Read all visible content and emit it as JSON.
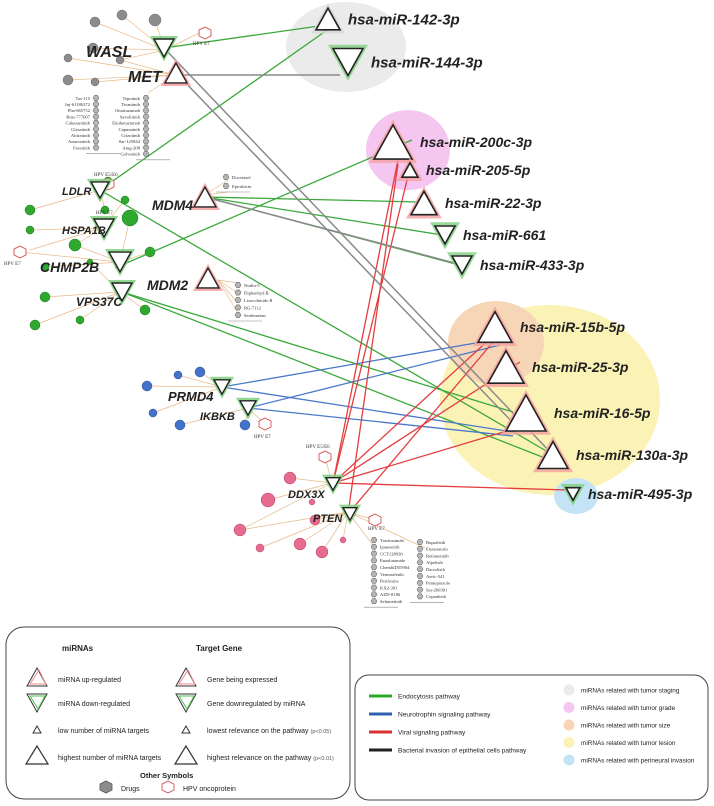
{
  "mirnas": [
    {
      "label": "hsa-miR-142-3p"
    },
    {
      "label": "hsa-miR-144-3p"
    },
    {
      "label": "hsa-miR-200c-3p"
    },
    {
      "label": "hsa-miR-205-5p"
    },
    {
      "label": "hsa-miR-22-3p"
    },
    {
      "label": "hsa-miR-661"
    },
    {
      "label": "hsa-miR-433-3p"
    },
    {
      "label": "hsa-miR-15b-5p"
    },
    {
      "label": "hsa-miR-25-3p"
    },
    {
      "label": "hsa-miR-16-5p"
    },
    {
      "label": "hsa-miR-130a-3p"
    },
    {
      "label": "hsa-miR-495-3p"
    }
  ],
  "genes": [
    {
      "label": "WASL"
    },
    {
      "label": "MET"
    },
    {
      "label": "LDLR"
    },
    {
      "label": "HSPA1B"
    },
    {
      "label": "CHMP2B"
    },
    {
      "label": "VPS37C"
    },
    {
      "label": "MDM4"
    },
    {
      "label": "MDM2"
    },
    {
      "label": "PRMD4"
    },
    {
      "label": "IKBKB"
    },
    {
      "label": "DDX3X"
    },
    {
      "label": "PTEN"
    }
  ],
  "hpv_labels": {
    "e7_top": "HPV E7",
    "e5e6_ldlr": "HPV E5/E6",
    "e7_ldlr": "HPV E7",
    "e7_left": "HPV E7",
    "e7_ikbkb": "HPV E7",
    "e5e6_ddx": "HPV E5/E6",
    "e7_pten": "HPV E7"
  },
  "drugs": {
    "met_left": [
      "Tas-115",
      "Jnj-61186372",
      "Pha-665752",
      "Bms-777607",
      "Cabozantinib",
      "Glesatinib",
      "Altiratinib",
      "Amuvatinib",
      "Foretinib"
    ],
    "met_right": [
      "Tepotinib",
      "Tivantinib",
      "Onartuzumab",
      "Savolitinib",
      "Emibetuzumab",
      "Capmatinib",
      "Crizotinib",
      "Sar-125844",
      "Amg-208",
      "Golvatinib"
    ],
    "mdm4": [
      "Docetaxel",
      "Epirubicin"
    ],
    "mdm2": [
      "Nutlin-3",
      "Diphenhyd B",
      "Lisocolimide B",
      "RG-7112",
      "Serdemetan"
    ],
    "pten_left": [
      "Trastuzumab",
      "Ipatasertib",
      "CCT128930",
      "Enzalutamide",
      "ChemblD55904",
      "Vemurafenib",
      "Perifosine",
      "KX2-391",
      "AZD-8186",
      "Selumetinib"
    ],
    "pten_right": [
      "Buparlisib",
      "Enzastaurin",
      "Refametinib",
      "Alpelisib",
      "Dactolisib",
      "Aeric-541",
      "Pantoprazole",
      "Sar-260301",
      "Copanlisib"
    ]
  },
  "legend_main": {
    "mirnas_heading": "miRNAs",
    "target_heading": "Target Gene",
    "mirna_up": "miRNA up-regulated",
    "mirna_down": "miRNA down-regulated",
    "low_targets": "low number of miRNA targets",
    "high_targets": "highest number of miRNA targets",
    "gene_expressed": "Gene being expressed",
    "gene_down": "Gene downregulated by miRNA",
    "lowest_relevance": "lowest relevance on the pathway",
    "lowest_relevance_p": "(p<0.05)",
    "highest_relevance": "highest relevance on the pathway",
    "highest_relevance_p": "(p<0.01)",
    "other_heading": "Other Symbols",
    "drugs": "Drugs",
    "hpv": "HPV oncoprotein"
  },
  "legend_pathways": [
    {
      "label": "Endocytosis pathway",
      "color": "#2ea82e"
    },
    {
      "label": "Neurotrophin signaling pathway",
      "color": "#2e5fb0"
    },
    {
      "label": "Viral signaling pathway",
      "color": "#d93030"
    },
    {
      "label": "Bacterial invasion of epithelial cells pathway",
      "color": "#222222"
    }
  ],
  "legend_groups": [
    {
      "label": "miRNAs related with tumor staging",
      "color": "#ebebeb"
    },
    {
      "label": "miRNAs related with tumor grade",
      "color": "#f5c6f0"
    },
    {
      "label": "miRNAs related with tumor size",
      "color": "#f7d6b8"
    },
    {
      "label": "miRNAs related with tumor lesion",
      "color": "#fbf3b6"
    },
    {
      "label": "miRNAs related with perineural invasion",
      "color": "#c4e3f5"
    }
  ]
}
